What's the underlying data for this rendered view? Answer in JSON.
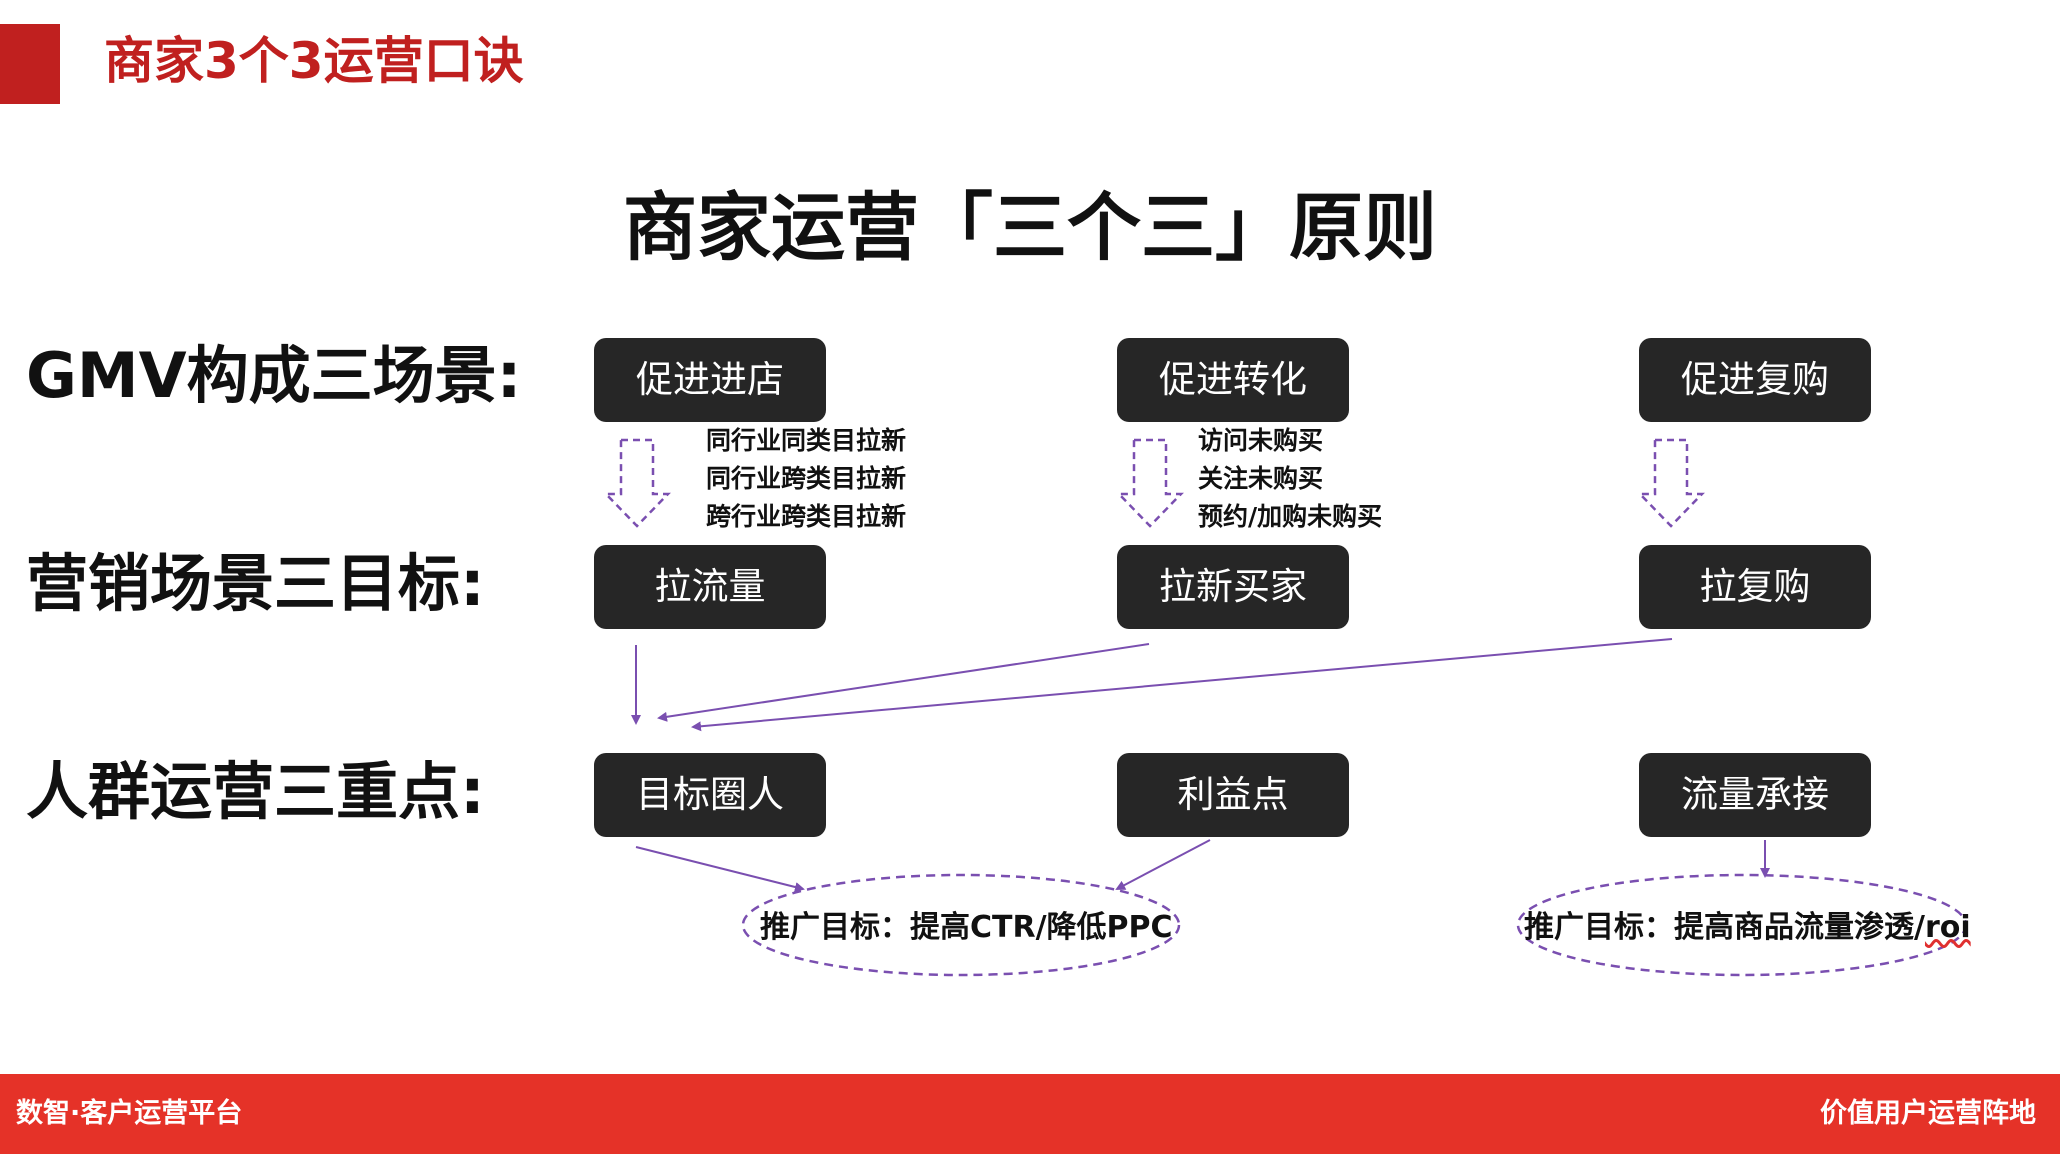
{
  "header": {
    "title": "商家3个3运营口诀"
  },
  "main_title": "商家运营「三个三」原则",
  "rows": [
    {
      "label": "GMV构成三场景:",
      "boxes": [
        "促进进店",
        "促进转化",
        "促进复购"
      ]
    },
    {
      "label": "营销场景三目标:",
      "boxes": [
        "拉流量",
        "拉新买家",
        "拉复购"
      ]
    },
    {
      "label": "人群运营三重点:",
      "boxes": [
        "目标圈人",
        "利益点",
        "流量承接"
      ]
    }
  ],
  "notes": {
    "col1": [
      "同行业同类目拉新",
      "同行业跨类目拉新",
      "跨行业跨类目拉新"
    ],
    "col2": [
      "访问未购买",
      "关注未购买",
      "预约/加购未购买"
    ]
  },
  "goals": {
    "left": "推广目标：提高CTR/降低PPC",
    "right_main": "推广目标：提高商品流量渗透/",
    "right_tail": "roi"
  },
  "footer": {
    "left": "数智·客户运营平台",
    "right": "价值用户运营阵地"
  },
  "colors": {
    "brand_red": "#c0201f",
    "footer_red": "#e53228",
    "box_dark": "#262626",
    "arrow_purple": "#7a4fb0"
  }
}
